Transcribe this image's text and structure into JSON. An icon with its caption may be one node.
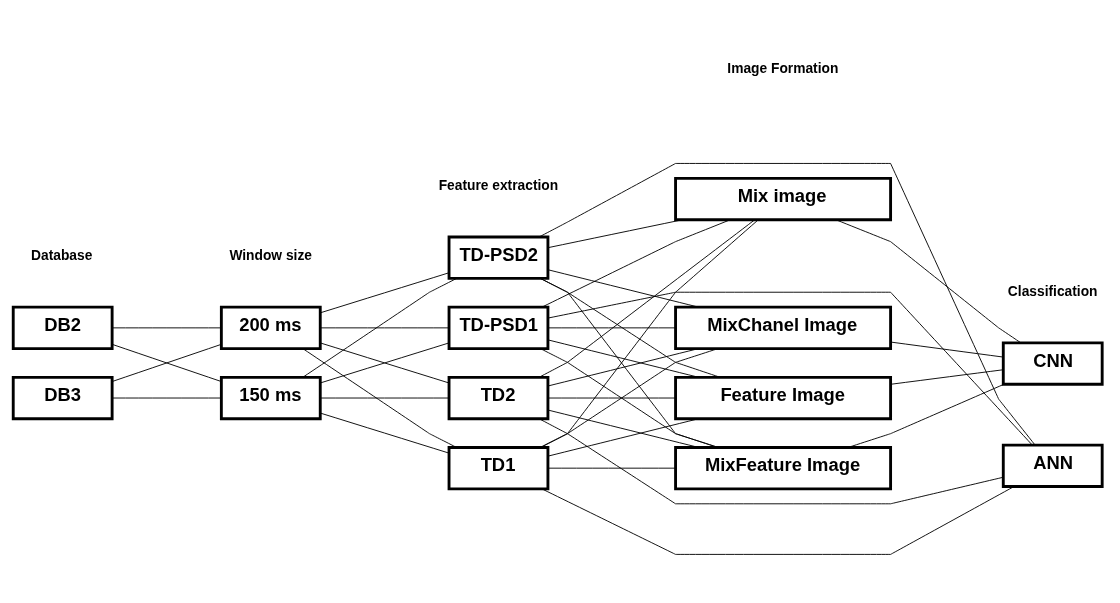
{
  "diagram": {
    "nodes": [
      {
        "text": [
          "DB2"
        ]
      },
      {
        "text": [
          "DB3"
        ]
      },
      {
        "text": [
          "200 ms"
        ]
      },
      {
        "text": [
          "150 ms"
        ]
      },
      {
        "text": [
          "TD1"
        ]
      },
      {
        "text": [
          "TD2"
        ]
      },
      {
        "text": [
          "TD-PSD1"
        ]
      },
      {
        "text": [
          "TD-PSD2"
        ]
      },
      {
        "text": [
          "Feature Image"
        ]
      },
      {
        "text": [
          "MixChanel Image"
        ]
      },
      {
        "text": [
          "MixFeature Image"
        ]
      },
      {
        "text": [
          "Mix image"
        ]
      },
      {
        "text": [
          "CNN"
        ]
      },
      {
        "text": [
          "ANN"
        ]
      }
    ],
    "edges": [
      {
        "from": 0,
        "to": 2,
        "arrow": "none"
      },
      {
        "from": 0,
        "to": 3,
        "arrow": "none"
      },
      {
        "from": 1,
        "to": 2,
        "arrow": "none"
      },
      {
        "from": 1,
        "to": 3,
        "arrow": "none"
      },
      {
        "from": 2,
        "to": 4,
        "arrow": "none"
      },
      {
        "from": 2,
        "to": 5,
        "arrow": "none"
      },
      {
        "from": 2,
        "to": 6,
        "arrow": "none"
      },
      {
        "from": 2,
        "to": 7,
        "arrow": "none"
      },
      {
        "from": 3,
        "to": 4,
        "arrow": "none"
      },
      {
        "from": 3,
        "to": 5,
        "arrow": "none"
      },
      {
        "from": 3,
        "to": 6,
        "arrow": "none"
      },
      {
        "from": 3,
        "to": 7,
        "arrow": "none"
      },
      {
        "from": 4,
        "to": 8,
        "arrow": "none"
      },
      {
        "from": 4,
        "to": 9,
        "arrow": "none"
      },
      {
        "from": 4,
        "to": 10,
        "arrow": "none"
      },
      {
        "from": 4,
        "to": 11,
        "arrow": "none"
      },
      {
        "from": 5,
        "to": 8,
        "arrow": "none"
      },
      {
        "from": 5,
        "to": 9,
        "arrow": "none"
      },
      {
        "from": 5,
        "to": 10,
        "arrow": "none"
      },
      {
        "from": 5,
        "to": 11,
        "arrow": "none"
      },
      {
        "from": 6,
        "to": 8,
        "arrow": "none"
      },
      {
        "from": 6,
        "to": 9,
        "arrow": "none"
      },
      {
        "from": 6,
        "to": 10,
        "arrow": "none"
      },
      {
        "from": 6,
        "to": 11,
        "arrow": "none"
      },
      {
        "from": 7,
        "to": 8,
        "arrow": "none"
      },
      {
        "from": 7,
        "to": 9,
        "arrow": "none"
      },
      {
        "from": 7,
        "to": 10,
        "arrow": "none"
      },
      {
        "from": 7,
        "to": 11,
        "arrow": "none"
      },
      {
        "from": 4,
        "to": 13,
        "arrow": "none"
      },
      {
        "from": 5,
        "to": 13,
        "arrow": "none"
      },
      {
        "from": 6,
        "to": 13,
        "arrow": "none"
      },
      {
        "from": 7,
        "to": 13,
        "arrow": "none"
      },
      {
        "from": 8,
        "to": 12,
        "arrow": "none"
      },
      {
        "from": 9,
        "to": 12,
        "arrow": "none"
      },
      {
        "from": 10,
        "to": 12,
        "arrow": "none"
      },
      {
        "from": 11,
        "to": 12,
        "arrow": "none"
      }
    ],
    "labels": [
      "Database",
      "Window size",
      "Feature extraction",
      "Image Formation",
      "Classification"
    ]
  }
}
